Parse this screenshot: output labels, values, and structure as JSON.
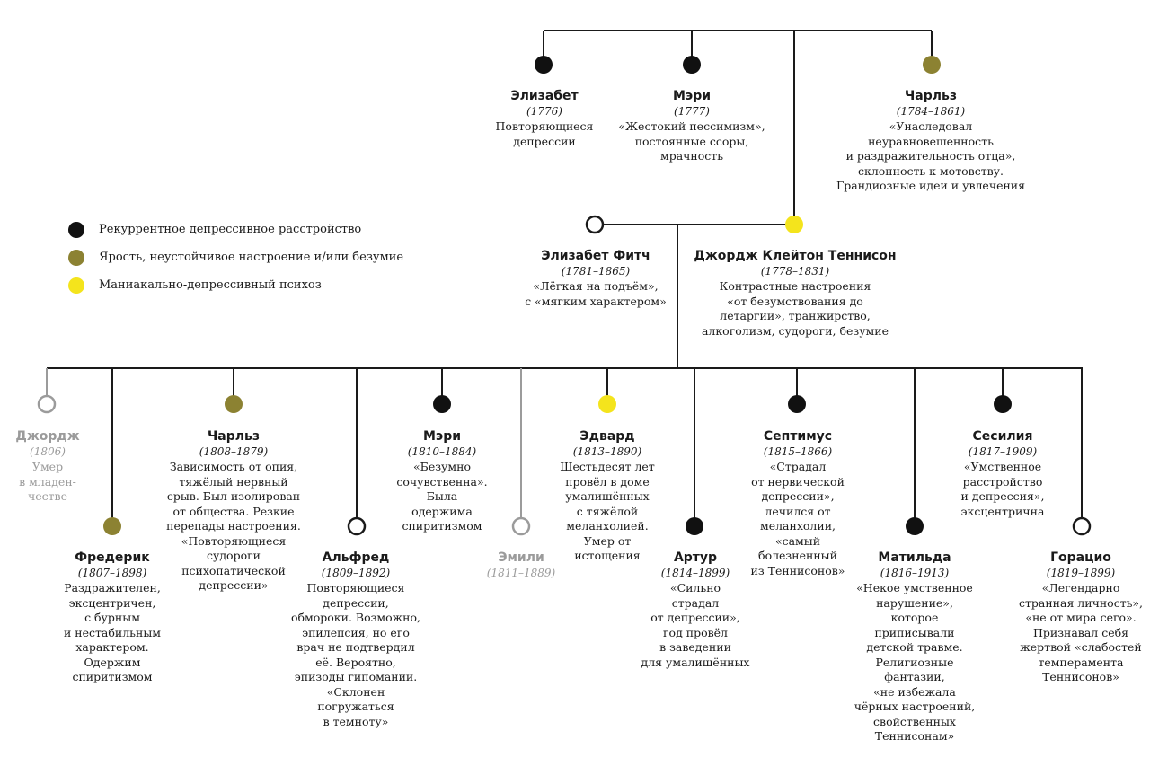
{
  "colors": {
    "line": "#1a1a1a",
    "recurrent_depression": "#111111",
    "rage_instability": "#8c8232",
    "manic_depressive": "#f4e41c",
    "hollow": "#ffffff",
    "muted": "#9b9b9b"
  },
  "legend": [
    {
      "marker": "black-dot",
      "label": "Рекуррентное депрессивное расстройство"
    },
    {
      "marker": "olive-dot",
      "label": "Ярость, неустойчивое настроение и/или безумие"
    },
    {
      "marker": "yellow-dot",
      "label": "Маниакально-депрессивный психоз"
    }
  ],
  "generation1": [
    {
      "name": "Элизабет",
      "years": "(1776)",
      "desc": "Повторяющиеся\nдепрессии"
    },
    {
      "name": "Мэри",
      "years": "(1777)",
      "desc": "«Жестокий пессимизм»,\nпостоянные ссоры,\nмрачность"
    },
    {
      "name": "Чарльз",
      "years": "(1784–1861)",
      "desc": "«Унаследовал\nнеуравновешенность\nи раздражительность отца»,\nсклонность к мотовству.\nГрандиозные идеи и увлечения"
    }
  ],
  "parents": [
    {
      "name": "Элизабет Фитч",
      "years": "(1781–1865)",
      "desc": "«Лёгкая на подъём»,\nс «мягким характером»"
    },
    {
      "name": "Джордж Клейтон Теннисон",
      "years": "(1778–1831)",
      "desc": "Контрастные настроения\n«от безумствования до\nлетаргии», транжирство,\nалкоголизм, судороги, безумие"
    }
  ],
  "children": [
    {
      "name": "Джордж",
      "years": "(1806)",
      "desc": "Умер\nв младен-\nчестве"
    },
    {
      "name": "Фредерик",
      "years": "(1807–1898)",
      "desc": "Раздражителен,\nэксцентричен,\nс бурным\nи нестабильным\nхарактером.\nОдержим\nспиритизмом"
    },
    {
      "name": "Чарльз",
      "years": "(1808–1879)",
      "desc": "Зависимость от опия,\nтяжёлый нервный\nсрыв. Был изолирован\nот общества. Резкие\nперепады настроения.\n«Повторяющиеся\nсудороги\nпсихопатической\nдепрессии»"
    },
    {
      "name": "Альфред",
      "years": "(1809–1892)",
      "desc": "Повторяющиеся\nдепрессии,\nобмороки. Возможно,\nэпилепсия, но его\nврач не подтвердил\nеё. Вероятно,\nэпизоды гипомании.\n«Склонен\nпогружаться\nв темноту»"
    },
    {
      "name": "Мэри",
      "years": "(1810–1884)",
      "desc": "«Безумно\nсочувственна».\nБыла\nодержима\nспиритизмом"
    },
    {
      "name": "Эмили",
      "years": "(1811–1889)",
      "desc": ""
    },
    {
      "name": "Эдвард",
      "years": "(1813–1890)",
      "desc": "Шестьдесят лет\nпровёл в доме\nумалишённых\nс тяжёлой\nмеланхолией.\nУмер от\nистощения"
    },
    {
      "name": "Артур",
      "years": "(1814–1899)",
      "desc": "«Сильно\nстрадал\nот депрессии»,\nгод провёл\nв заведении\nдля умалишённых"
    },
    {
      "name": "Септимус",
      "years": "(1815–1866)",
      "desc": "«Страдал\nот нервической\nдепрессии»,\nлечился от\nмеланхолии,\n«самый\nболезненный\nиз Теннисонов»"
    },
    {
      "name": "Матильда",
      "years": "(1816–1913)",
      "desc": "«Некое умственное\nнарушение»,\nкоторое\nприписывали\nдетской травме.\nРелигиозные\nфантазии,\n«не избежала\nчёрных настроений,\nсвойственных\nТеннисонам»"
    },
    {
      "name": "Сесилия",
      "years": "(1817–1909)",
      "desc": "«Умственное\nрасстройство\nи депрессия»,\nэксцентрична"
    },
    {
      "name": "Горацио",
      "years": "(1819–1899)",
      "desc": "«Легендарно\nстранная личность»,\n«не от мира сего».\nПризнавал себя\nжертвой «слабостей\nтемперамента\nТеннисонов»"
    }
  ]
}
